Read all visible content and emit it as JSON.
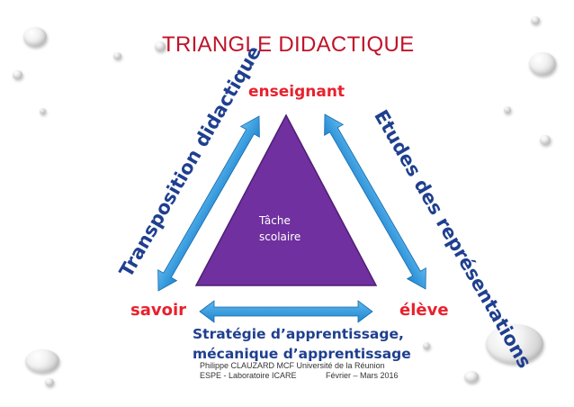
{
  "slide": {
    "title": "TRIANGLE DIDACTIQUE",
    "vertices": {
      "top": "enseignant",
      "left": "savoir",
      "right": "élève"
    },
    "center_text": [
      "Tâche",
      "scolaire"
    ],
    "sides": {
      "left": "Transposition didactique",
      "right": "Etudes des représentations"
    },
    "bottom_lines": [
      "Stratégie d’apprentissage,",
      "mécanique d’apprentissage"
    ],
    "footer": {
      "line1": "Philippe CLAUZARD MCF Université de la Réunion",
      "line2_left": "ESPE - Laboratoire ICARE",
      "line2_right": "Février – Mars 2016"
    }
  },
  "colors": {
    "title": "#c0142a",
    "vertex": "#e8212d",
    "side_text": "#1f3f8f",
    "arrow": "#2e9be0",
    "triangle": "#7030a0"
  },
  "icons": {
    "drops": "water-drop-icon",
    "arrows": "double-arrow-icon"
  }
}
